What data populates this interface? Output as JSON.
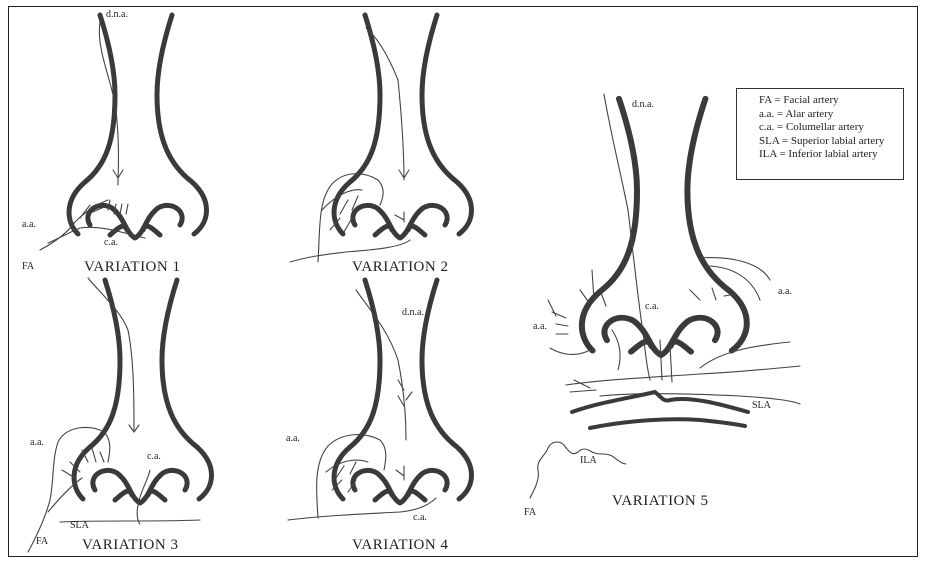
{
  "labels": {
    "dna": "d.n.a.",
    "aa": "a.a.",
    "ca": "c.a.",
    "fa": "FA",
    "sla": "SLA",
    "ila": "ILA"
  },
  "variations": {
    "v1": "VARIATION 1",
    "v2": "VARIATION 2",
    "v3": "VARIATION 3",
    "v4": "VARIATION 4",
    "v5": "VARIATION 5"
  },
  "legend": [
    "FA = Facial artery",
    "a.a. = Alar artery",
    "c.a. = Columellar artery",
    "SLA = Superior labial artery",
    "ILA = Inferior labial artery"
  ]
}
